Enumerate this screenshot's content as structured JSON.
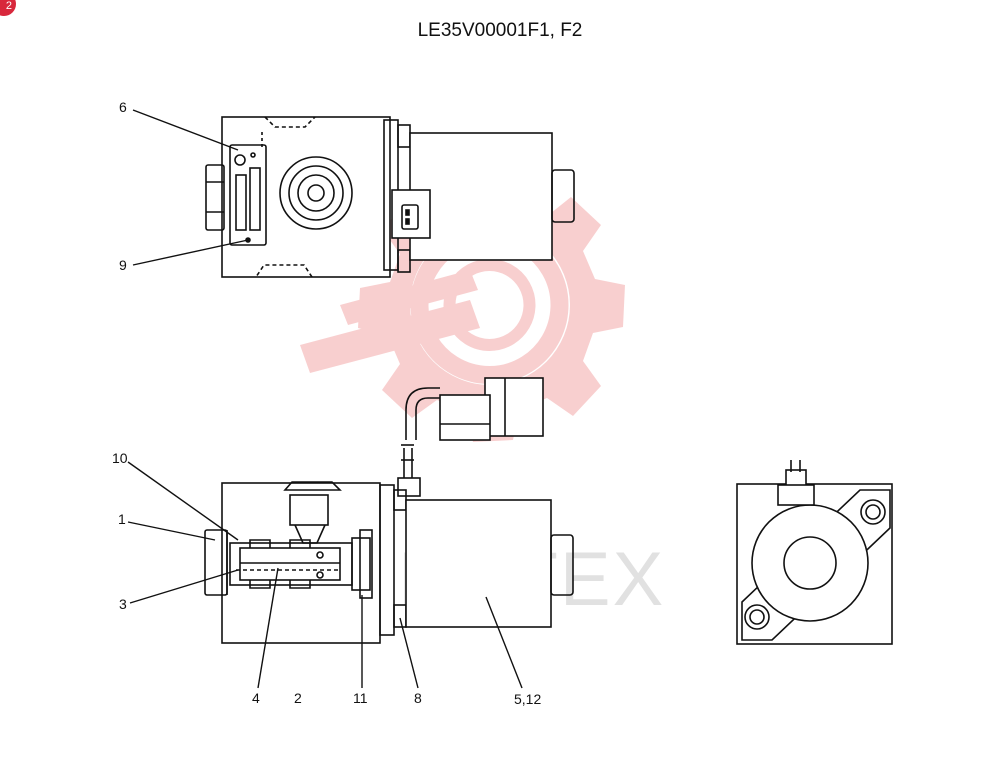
{
  "header": {
    "badge": "2",
    "title": "LE35V00001F1, F2"
  },
  "watermark": {
    "text": "ИНТЕХ",
    "color": "#f4a9a9"
  },
  "callouts": {
    "c6": "6",
    "c9": "9",
    "c10": "10",
    "c1": "1",
    "c3": "3",
    "c4": "4",
    "c2": "2",
    "c11": "11",
    "c8": "8",
    "c512": "5,12"
  }
}
